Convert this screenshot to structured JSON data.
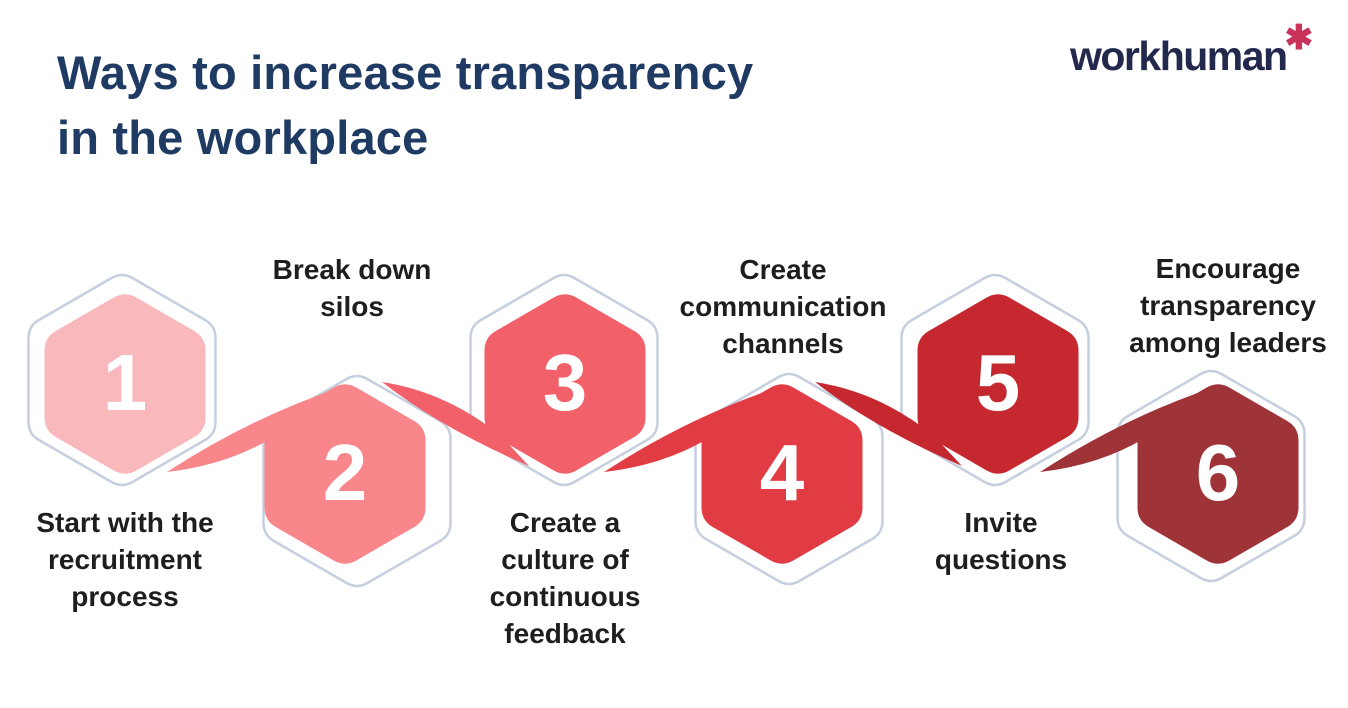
{
  "header": {
    "title_line1": "Ways to increase transparency",
    "title_line2": "in the workplace"
  },
  "logo": {
    "text": "workhuman",
    "mark": "✱"
  },
  "colors": {
    "background": "#FFFFFF",
    "title": "#1F3A63",
    "label": "#1E1E1E",
    "number": "#FFFFFF",
    "hex_outline": "#C6CFE0",
    "logo_text": "#23284D",
    "logo_mark": "#C9325B"
  },
  "steps": [
    {
      "number": "1",
      "color": "#F9B8BC",
      "label_position": "below",
      "label_lines": [
        "Start with the",
        "recruitment",
        "process"
      ]
    },
    {
      "number": "2",
      "color": "#F8868B",
      "label_position": "above",
      "label_lines": [
        "Break down",
        "silos"
      ]
    },
    {
      "number": "3",
      "color": "#F2616A",
      "label_position": "below",
      "label_lines": [
        "Create a",
        "culture of",
        "continuous",
        "feedback"
      ]
    },
    {
      "number": "4",
      "color": "#E13B43",
      "label_position": "above",
      "label_lines": [
        "Create",
        "communication",
        "channels"
      ]
    },
    {
      "number": "5",
      "color": "#C5282F",
      "label_position": "below",
      "label_lines": [
        "Invite",
        "questions"
      ]
    },
    {
      "number": "6",
      "color": "#9E3338",
      "label_position": "above",
      "label_lines": [
        "Encourage",
        "transparency",
        "among leaders"
      ]
    }
  ]
}
